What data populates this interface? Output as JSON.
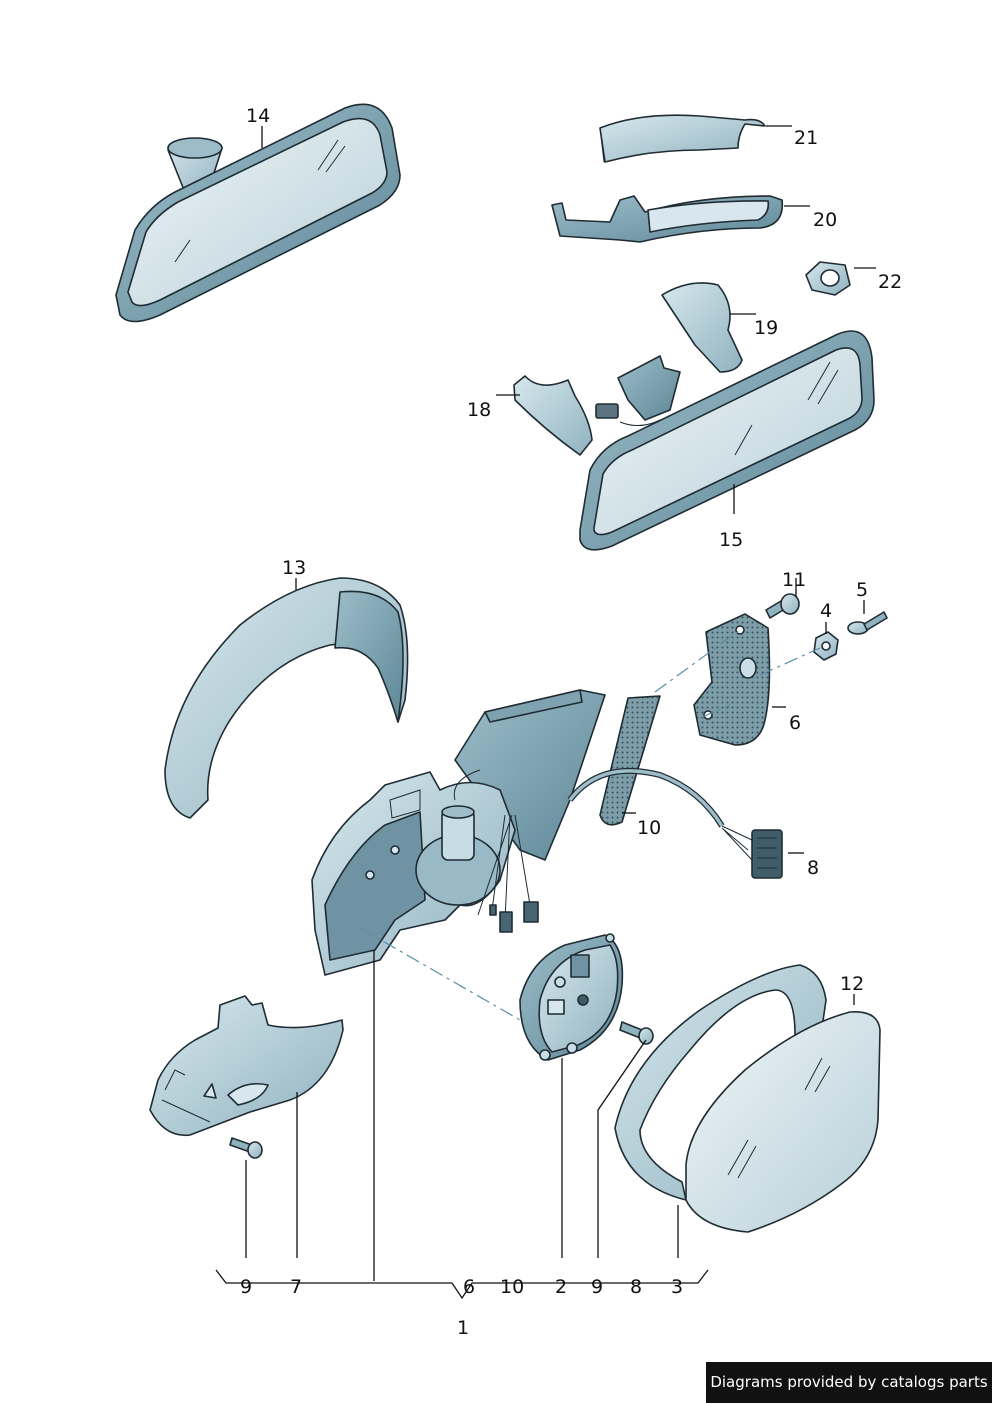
{
  "callouts": {
    "c1": "1",
    "c2": "2",
    "c3": "3",
    "c4": "4",
    "c5": "5",
    "c6": "6",
    "c7": "7",
    "c8": "8",
    "c9": "9",
    "c10": "10",
    "c11": "11",
    "c12": "12",
    "c13": "13",
    "c14": "14",
    "c15": "15",
    "c18": "18",
    "c19": "19",
    "c20": "20",
    "c21": "21",
    "c22": "22"
  },
  "assembly_row": [
    "9",
    "7",
    "6",
    "10",
    "2",
    "9",
    "8",
    "3"
  ],
  "footer": {
    "credit": "Diagrams provided by catalogs parts"
  },
  "colors": {
    "part_fill": "#bcd6df",
    "part_dark": "#7da3b2",
    "glass": "#dce9ee",
    "outline": "#1f2c33",
    "credit_bg": "#111111"
  }
}
